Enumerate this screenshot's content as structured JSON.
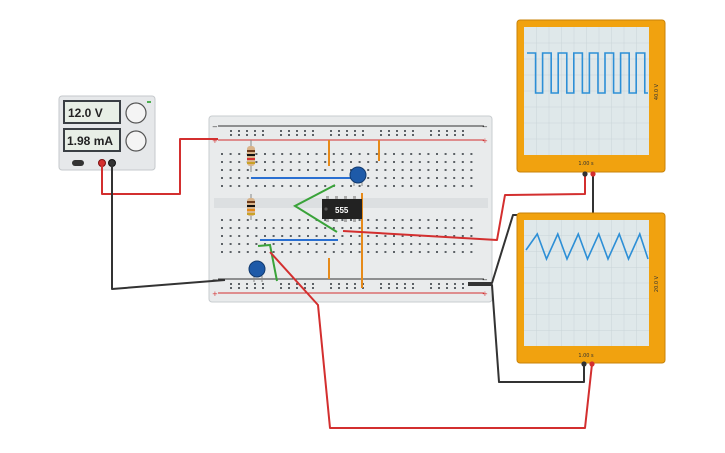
{
  "power_supply": {
    "voltage": "12.0 V",
    "current": "1.98 mA",
    "colors": {
      "panel": "#e6e8ea",
      "lcd": "#dfe8dd",
      "knob": "#f1f1f1",
      "red_terminal": "#d32f2f"
    }
  },
  "ic": {
    "label": "555"
  },
  "scope_top": {
    "range": "40.0 V",
    "time": "1.00 s",
    "waveform": "square"
  },
  "scope_bottom": {
    "range": "20.0 V",
    "time": "1.00 s",
    "waveform": "triangle"
  },
  "colors": {
    "wire_red": "#d32f2f",
    "wire_black": "#333333",
    "wire_green": "#3aa33a",
    "wire_blue": "#2a6fd1",
    "wire_orange": "#e68a1a",
    "scope_frame": "#f1a20f",
    "scope_screen": "#dfe8ea",
    "trace": "#2d8fd6",
    "breadboard": "#e9ebec"
  }
}
